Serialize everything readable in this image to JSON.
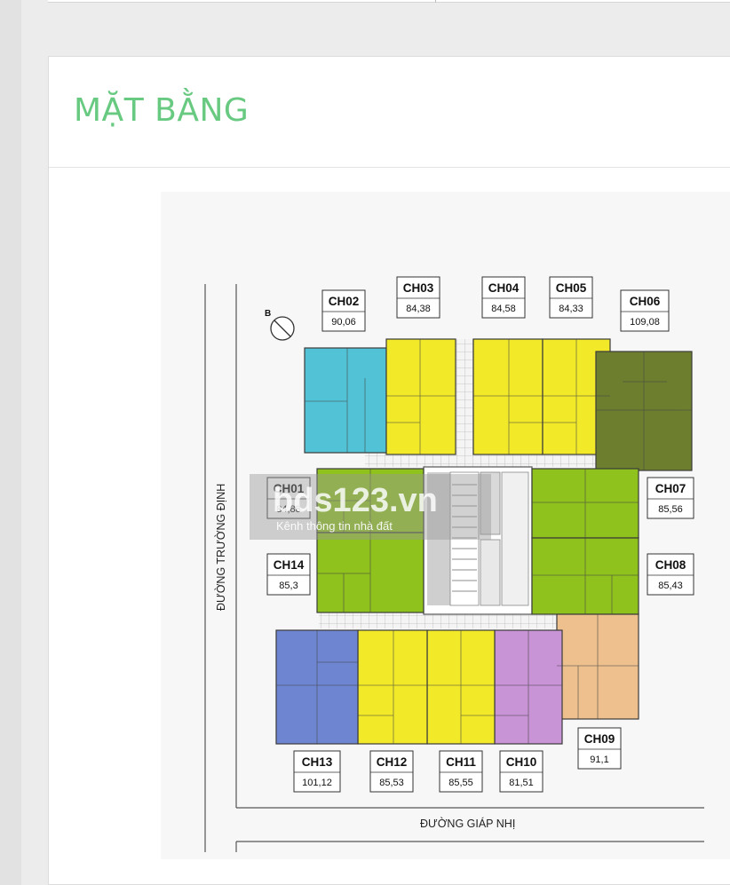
{
  "section": {
    "title": "MẶT BẰNG"
  },
  "floorplan": {
    "north_marker": "B",
    "streets": {
      "bottom": "ĐƯỜNG GIÁP NHỊ",
      "left": "ĐƯỜNG TRƯỜNG ĐỊNH"
    },
    "watermark": {
      "main": "bds123.vn",
      "sub": "Kênh thông tin nhà đất"
    },
    "units": [
      {
        "code": "CH01",
        "area": "84,88",
        "color": "#8fc21c"
      },
      {
        "code": "CH02",
        "area": "90,06",
        "color": "#52c3d6"
      },
      {
        "code": "CH03",
        "area": "84,38",
        "color": "#f2ea28"
      },
      {
        "code": "CH04",
        "area": "84,58",
        "color": "#f2ea28"
      },
      {
        "code": "CH05",
        "area": "84,33",
        "color": "#f2ea28"
      },
      {
        "code": "CH06",
        "area": "109,08",
        "color": "#6d7f2e"
      },
      {
        "code": "CH07",
        "area": "85,56",
        "color": "#8fc21c"
      },
      {
        "code": "CH08",
        "area": "85,43",
        "color": "#8fc21c"
      },
      {
        "code": "CH09",
        "area": "91,1",
        "color": "#edc08d"
      },
      {
        "code": "CH10",
        "area": "81,51",
        "color": "#c994d6"
      },
      {
        "code": "CH11",
        "area": "85,55",
        "color": "#f2ea28"
      },
      {
        "code": "CH12",
        "area": "85,53",
        "color": "#f2ea28"
      },
      {
        "code": "CH13",
        "area": "101,12",
        "color": "#6e86d2"
      },
      {
        "code": "CH14",
        "area": "85,3",
        "color": "#8fc21c"
      }
    ]
  }
}
